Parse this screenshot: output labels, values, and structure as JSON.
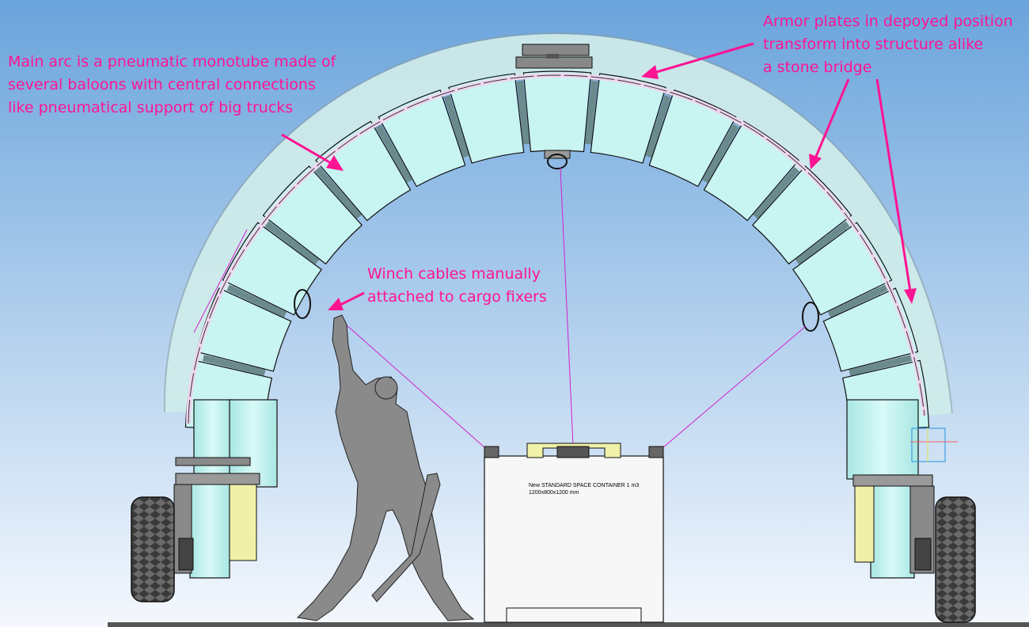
{
  "annotations": {
    "main_arc": [
      "Main arc is a pneumatic monotube made of",
      "several baloons with central connections",
      "like pneumatical support of big trucks"
    ],
    "armor_plates": [
      "Armor plates in depoyed position",
      "transform into structure alike",
      "a stone bridge"
    ],
    "winch_cables": [
      "Winch cables manually",
      "attached to cargo fixers"
    ]
  },
  "container": {
    "label_line1": "New STANDARD SPACE CONTAINER   1 m3",
    "label_line2": "1200x800x1200 mm"
  },
  "colors": {
    "annotation": "#ff1493",
    "cable": "#d020d0",
    "balloon": "#c8f4f2",
    "outline": "#111111",
    "sky_top": "#6aa4dc",
    "sky_bottom": "#f2f7fd",
    "figure": "#8a8a8a",
    "yellow_box": "#f0f0a8",
    "tire": "#333333"
  }
}
